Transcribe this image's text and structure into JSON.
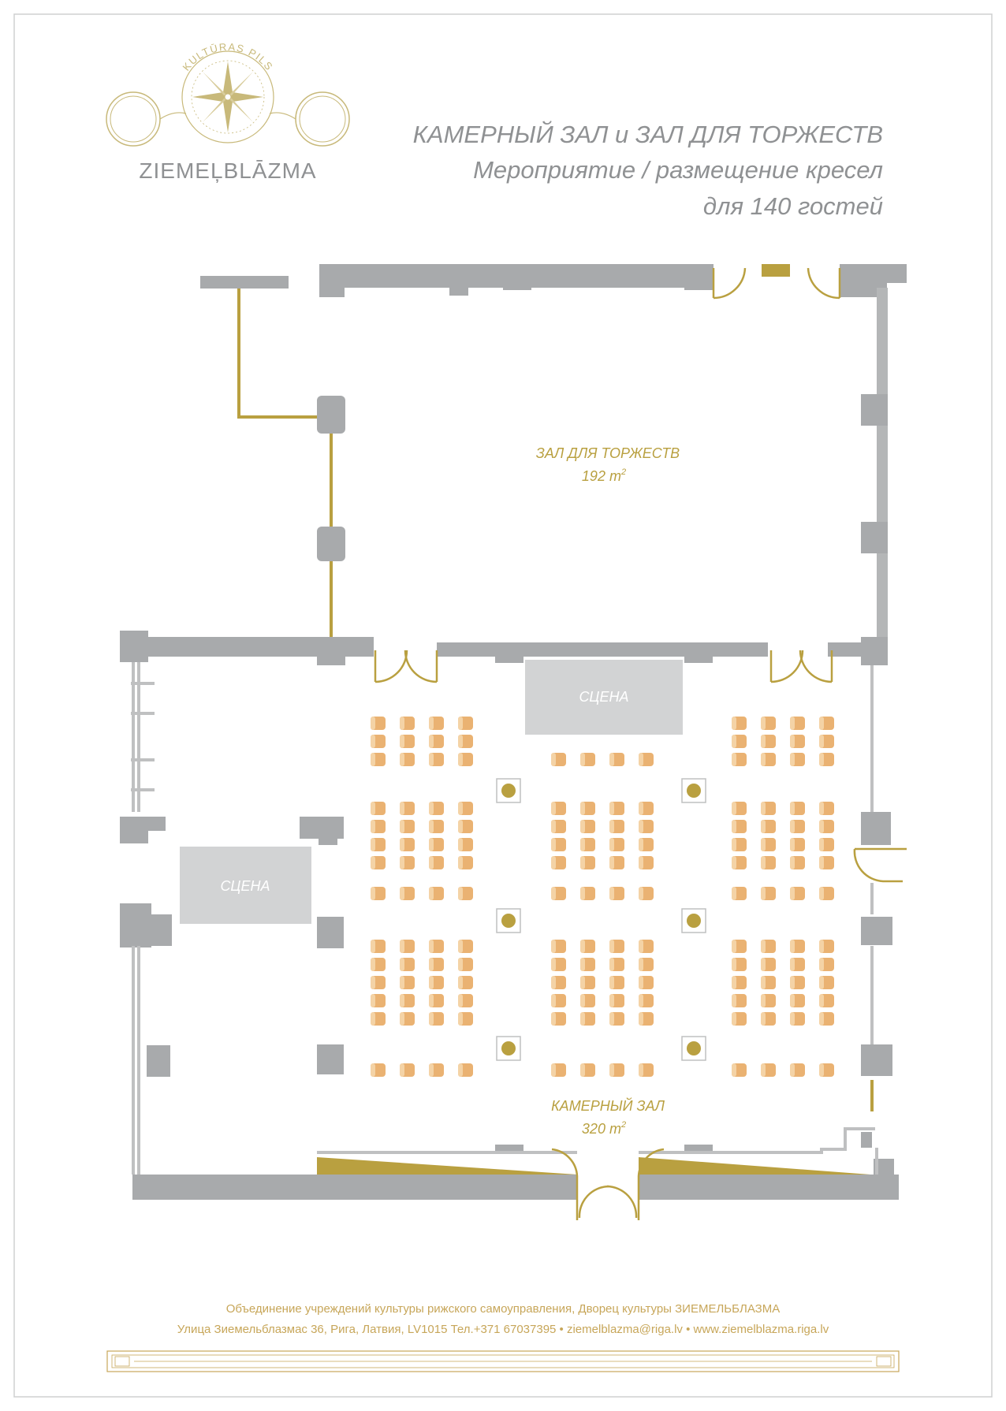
{
  "logo": {
    "arc_text": "KULTŪRAS PILS",
    "wordmark": "ZIEMEĻBLĀZMA"
  },
  "header": {
    "line1": "КАМЕРНЫЙ ЗАЛ и ЗАЛ ДЛЯ ТОРЖЕСТВ",
    "line2": "Мероприятие / размещение кресел",
    "line3": "для 140 гостей"
  },
  "rooms": {
    "banquet": {
      "name": "ЗАЛ ДЛЯ ТОРЖЕСТВ",
      "area": "192 m",
      "area_sup": "2"
    },
    "chamber": {
      "name": "КАМЕРНЫЙ ЗАЛ",
      "area": "320 m",
      "area_sup": "2"
    },
    "stage_main": "СЦЕНА",
    "stage_side": "СЦЕНА"
  },
  "footer": {
    "line1": "Объединение учреждений культуры рижского самоуправления, Дворец культуры ЗИЕМЕЛЬБЛАЗМА",
    "line2": "Улица Зиемельблазмас 36, Рига, Латвия, LV1015 Тел.+371 67037395 • ziemelblazma@riga.lv • www.ziemelblazma.riga.lv"
  },
  "colors": {
    "wall": "#a8aaac",
    "wall_light": "#d6d7d8",
    "gold": "#b9a040",
    "chair": "#eab272",
    "chair_light": "#f4d3a6",
    "stage": "#d2d3d4",
    "header_text": "#8f9193",
    "footer_text": "#c7a659"
  }
}
